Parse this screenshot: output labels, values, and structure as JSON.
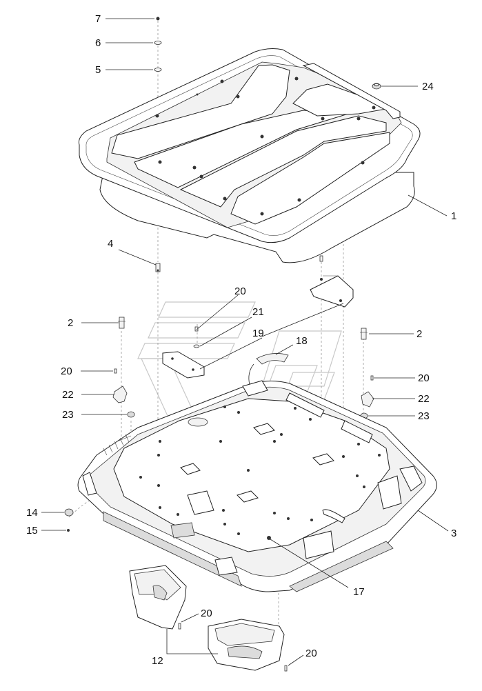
{
  "diagram": {
    "labels": [
      {
        "id": "l7",
        "text": "7"
      },
      {
        "id": "l6",
        "text": "6"
      },
      {
        "id": "l5",
        "text": "5"
      },
      {
        "id": "l24",
        "text": "24"
      },
      {
        "id": "l1",
        "text": "1"
      },
      {
        "id": "l4",
        "text": "4"
      },
      {
        "id": "l20a",
        "text": "20"
      },
      {
        "id": "l21",
        "text": "21"
      },
      {
        "id": "l19",
        "text": "19"
      },
      {
        "id": "l18",
        "text": "18"
      },
      {
        "id": "l2a",
        "text": "2"
      },
      {
        "id": "l2b",
        "text": "2"
      },
      {
        "id": "l20b",
        "text": "20"
      },
      {
        "id": "l20c",
        "text": "20"
      },
      {
        "id": "l22a",
        "text": "22"
      },
      {
        "id": "l22b",
        "text": "22"
      },
      {
        "id": "l23a",
        "text": "23"
      },
      {
        "id": "l23b",
        "text": "23"
      },
      {
        "id": "l14",
        "text": "14"
      },
      {
        "id": "l15",
        "text": "15"
      },
      {
        "id": "l3",
        "text": "3"
      },
      {
        "id": "l17",
        "text": "17"
      },
      {
        "id": "l20d",
        "text": "20"
      },
      {
        "id": "l12",
        "text": "12"
      },
      {
        "id": "l20e",
        "text": "20"
      }
    ]
  }
}
